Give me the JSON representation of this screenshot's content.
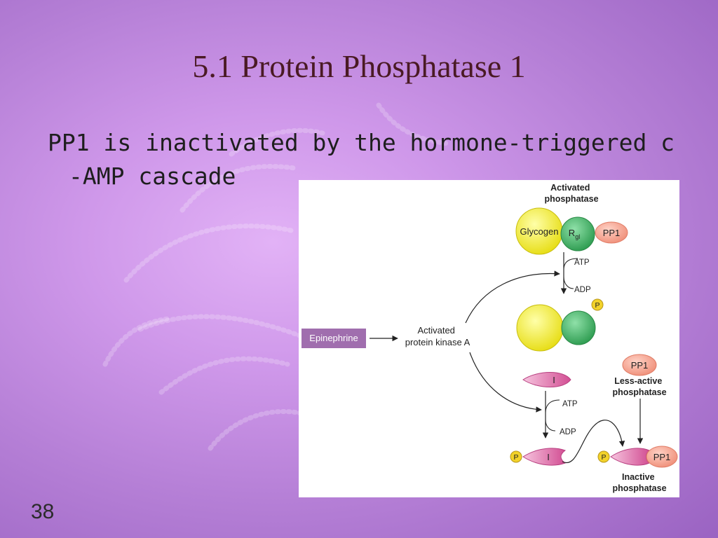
{
  "slide": {
    "title": "5.1 Protein Phosphatase 1",
    "bullet_line1": "PP1 is inactivated by the hormone-triggered c",
    "bullet_line2": "-AMP cascade",
    "number": "38"
  },
  "diagram": {
    "activated_phosphatase": [
      "Activated",
      "phosphatase"
    ],
    "glycogen": "Glycogen",
    "rgl": "R",
    "rgl_sub": "gl",
    "pp1": "PP1",
    "atp": "ATP",
    "adp": "ADP",
    "p": "P",
    "epinephrine": "Epinephrine",
    "activated_pka": [
      "Activated",
      "protein kinase A"
    ],
    "inhibitor": "I",
    "less_active_phosphatase": [
      "Less-active",
      "phosphatase"
    ],
    "inactive_phosphatase": [
      "Inactive",
      "phosphatase"
    ],
    "colors": {
      "glycogen": "#f2ee2e",
      "rgl": "#3aa85a",
      "pp1": "#f4a08c",
      "p": "#f2d22a",
      "inhibitor": "#d9579a",
      "epinephrine_box": "#a06eae"
    }
  }
}
